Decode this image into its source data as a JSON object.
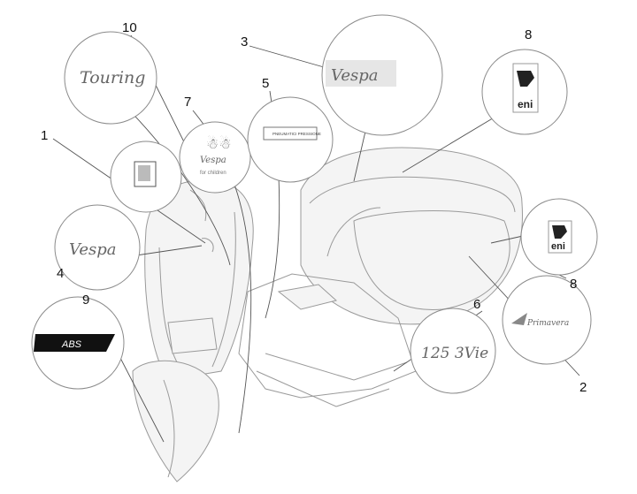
{
  "diagram": {
    "callouts": [
      {
        "id": "1",
        "label": "1"
      },
      {
        "id": "2",
        "label": "2"
      },
      {
        "id": "3",
        "label": "3"
      },
      {
        "id": "4",
        "label": "4"
      },
      {
        "id": "5",
        "label": "5"
      },
      {
        "id": "6",
        "label": "6"
      },
      {
        "id": "7",
        "label": "7"
      },
      {
        "id": "8a",
        "label": "8"
      },
      {
        "id": "8b",
        "label": "8"
      },
      {
        "id": "9",
        "label": "9"
      },
      {
        "id": "10",
        "label": "10"
      }
    ],
    "decals": {
      "touring": "Touring",
      "vespa_top": "Vespa",
      "vespa_side": "Vespa",
      "eni_top": "eni",
      "eni_side": "eni",
      "abs": "ABS",
      "engine": "125 3Vie",
      "primavera": "Primavera",
      "vespa_kids": "Vespa",
      "kids_caption": "for children",
      "tyre_label": "PNEUMATICI PRESSIONE"
    }
  }
}
